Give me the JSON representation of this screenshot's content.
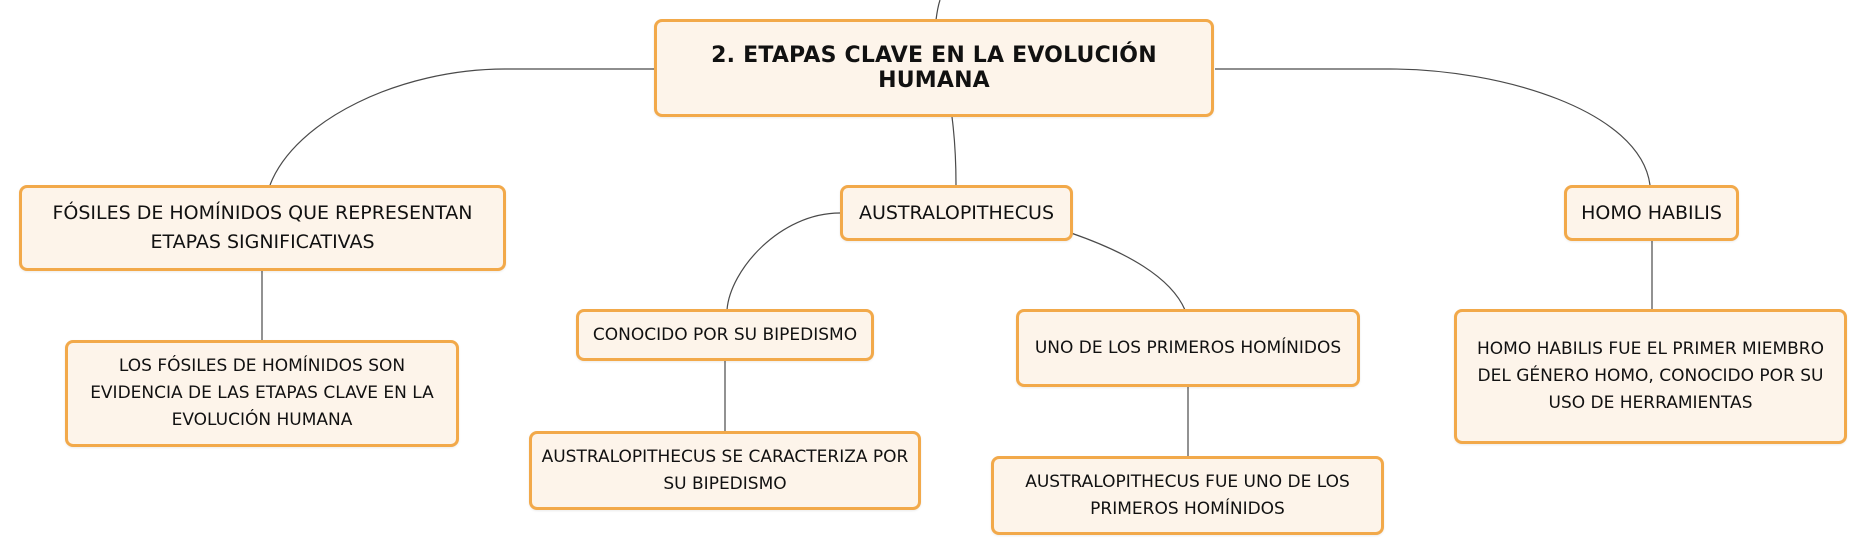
{
  "colors": {
    "node_fill": "#fdf4ea",
    "node_border": "#f2a94a",
    "connector": "#4a4a4a",
    "text": "#111111"
  },
  "map": {
    "root": "2. ETAPAS CLAVE EN LA EVOLUCIÓN HUMANA",
    "fossils": {
      "label": "FÓSILES DE HOMÍNIDOS QUE REPRESENTAN ETAPAS SIGNIFICATIVAS",
      "detail": "LOS FÓSILES DE HOMÍNIDOS SON EVIDENCIA DE LAS ETAPAS CLAVE EN LA EVOLUCIÓN HUMANA"
    },
    "australopithecus": {
      "label": "AUSTRALOPITHECUS",
      "bipedal": {
        "label": "CONOCIDO POR SU BIPEDISMO",
        "detail": "AUSTRALOPITHECUS SE CARACTERIZA POR SU BIPEDISMO"
      },
      "first": {
        "label": "UNO DE LOS PRIMEROS HOMÍNIDOS",
        "detail": "AUSTRALOPITHECUS FUE UNO DE LOS PRIMEROS HOMÍNIDOS"
      }
    },
    "homo_habilis": {
      "label": "HOMO HABILIS",
      "detail": "HOMO HABILIS FUE EL PRIMER MIEMBRO DEL GÉNERO HOMO, CONOCIDO POR SU USO DE HERRAMIENTAS"
    }
  }
}
